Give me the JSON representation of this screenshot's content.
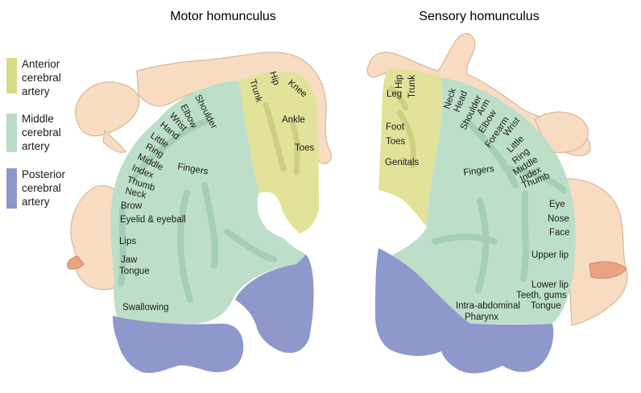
{
  "titles": {
    "motor": "Motor homunculus",
    "sensory": "Sensory homunculus"
  },
  "legend": [
    {
      "lines": [
        "Anterior",
        "cerebral",
        "artery"
      ],
      "color": "#d9d98a"
    },
    {
      "lines": [
        "Middle",
        "cerebral",
        "artery"
      ],
      "color": "#b9dcc7"
    },
    {
      "lines": [
        "Posterior",
        "cerebral",
        "artery"
      ],
      "color": "#8d97c9"
    }
  ],
  "colors": {
    "anterior": "#e2e29a",
    "middle": "#bddfc9",
    "posterior": "#8e98cb",
    "gyri": "#a4cfb4",
    "skin": "#f7dcc1",
    "skin_outline": "#d9b89a",
    "lip": "#e9a383"
  },
  "motor_labels": {
    "hip": "Hip",
    "trunk": "Trunk",
    "knee": "Knee",
    "ankle": "Ankle",
    "toes": "Toes",
    "shoulder": "Shoulder",
    "elbow": "Elbow",
    "wrist": "Wrist",
    "hand": "Hand",
    "little": "Little",
    "ring": "Ring",
    "middle": "Middle",
    "index": "Index",
    "thumb": "Thumb",
    "neck": "Neck",
    "brow": "Brow",
    "eyelid": "Eyelid & eyeball",
    "fingers": "Fingers",
    "lips": "Lips",
    "jaw": "Jaw",
    "tongue": "Tongue",
    "swallowing": "Swallowing"
  },
  "sensory_labels": {
    "hip": "Hip",
    "trunk": "Trunk",
    "leg": "Leg",
    "foot": "Foot",
    "toes": "Toes",
    "genitals": "Genitals",
    "neck": "Neck",
    "head": "Head",
    "shoulder": "Shoulder",
    "arm": "Arm",
    "elbow": "Elbow",
    "forearm": "Forearm",
    "wrist": "Wrist",
    "little": "Little",
    "ring": "Ring",
    "middle": "Middle",
    "index": "Index",
    "thumb": "Thumb",
    "fingers": "Fingers",
    "eye": "Eye",
    "nose": "Nose",
    "face": "Face",
    "upper_lip": "Upper lip",
    "lower_lip": "Lower lip",
    "teeth": "Teeth, gums",
    "tongue": "Tongue",
    "intra": "Intra-abdominal",
    "pharynx": "Pharynx"
  }
}
